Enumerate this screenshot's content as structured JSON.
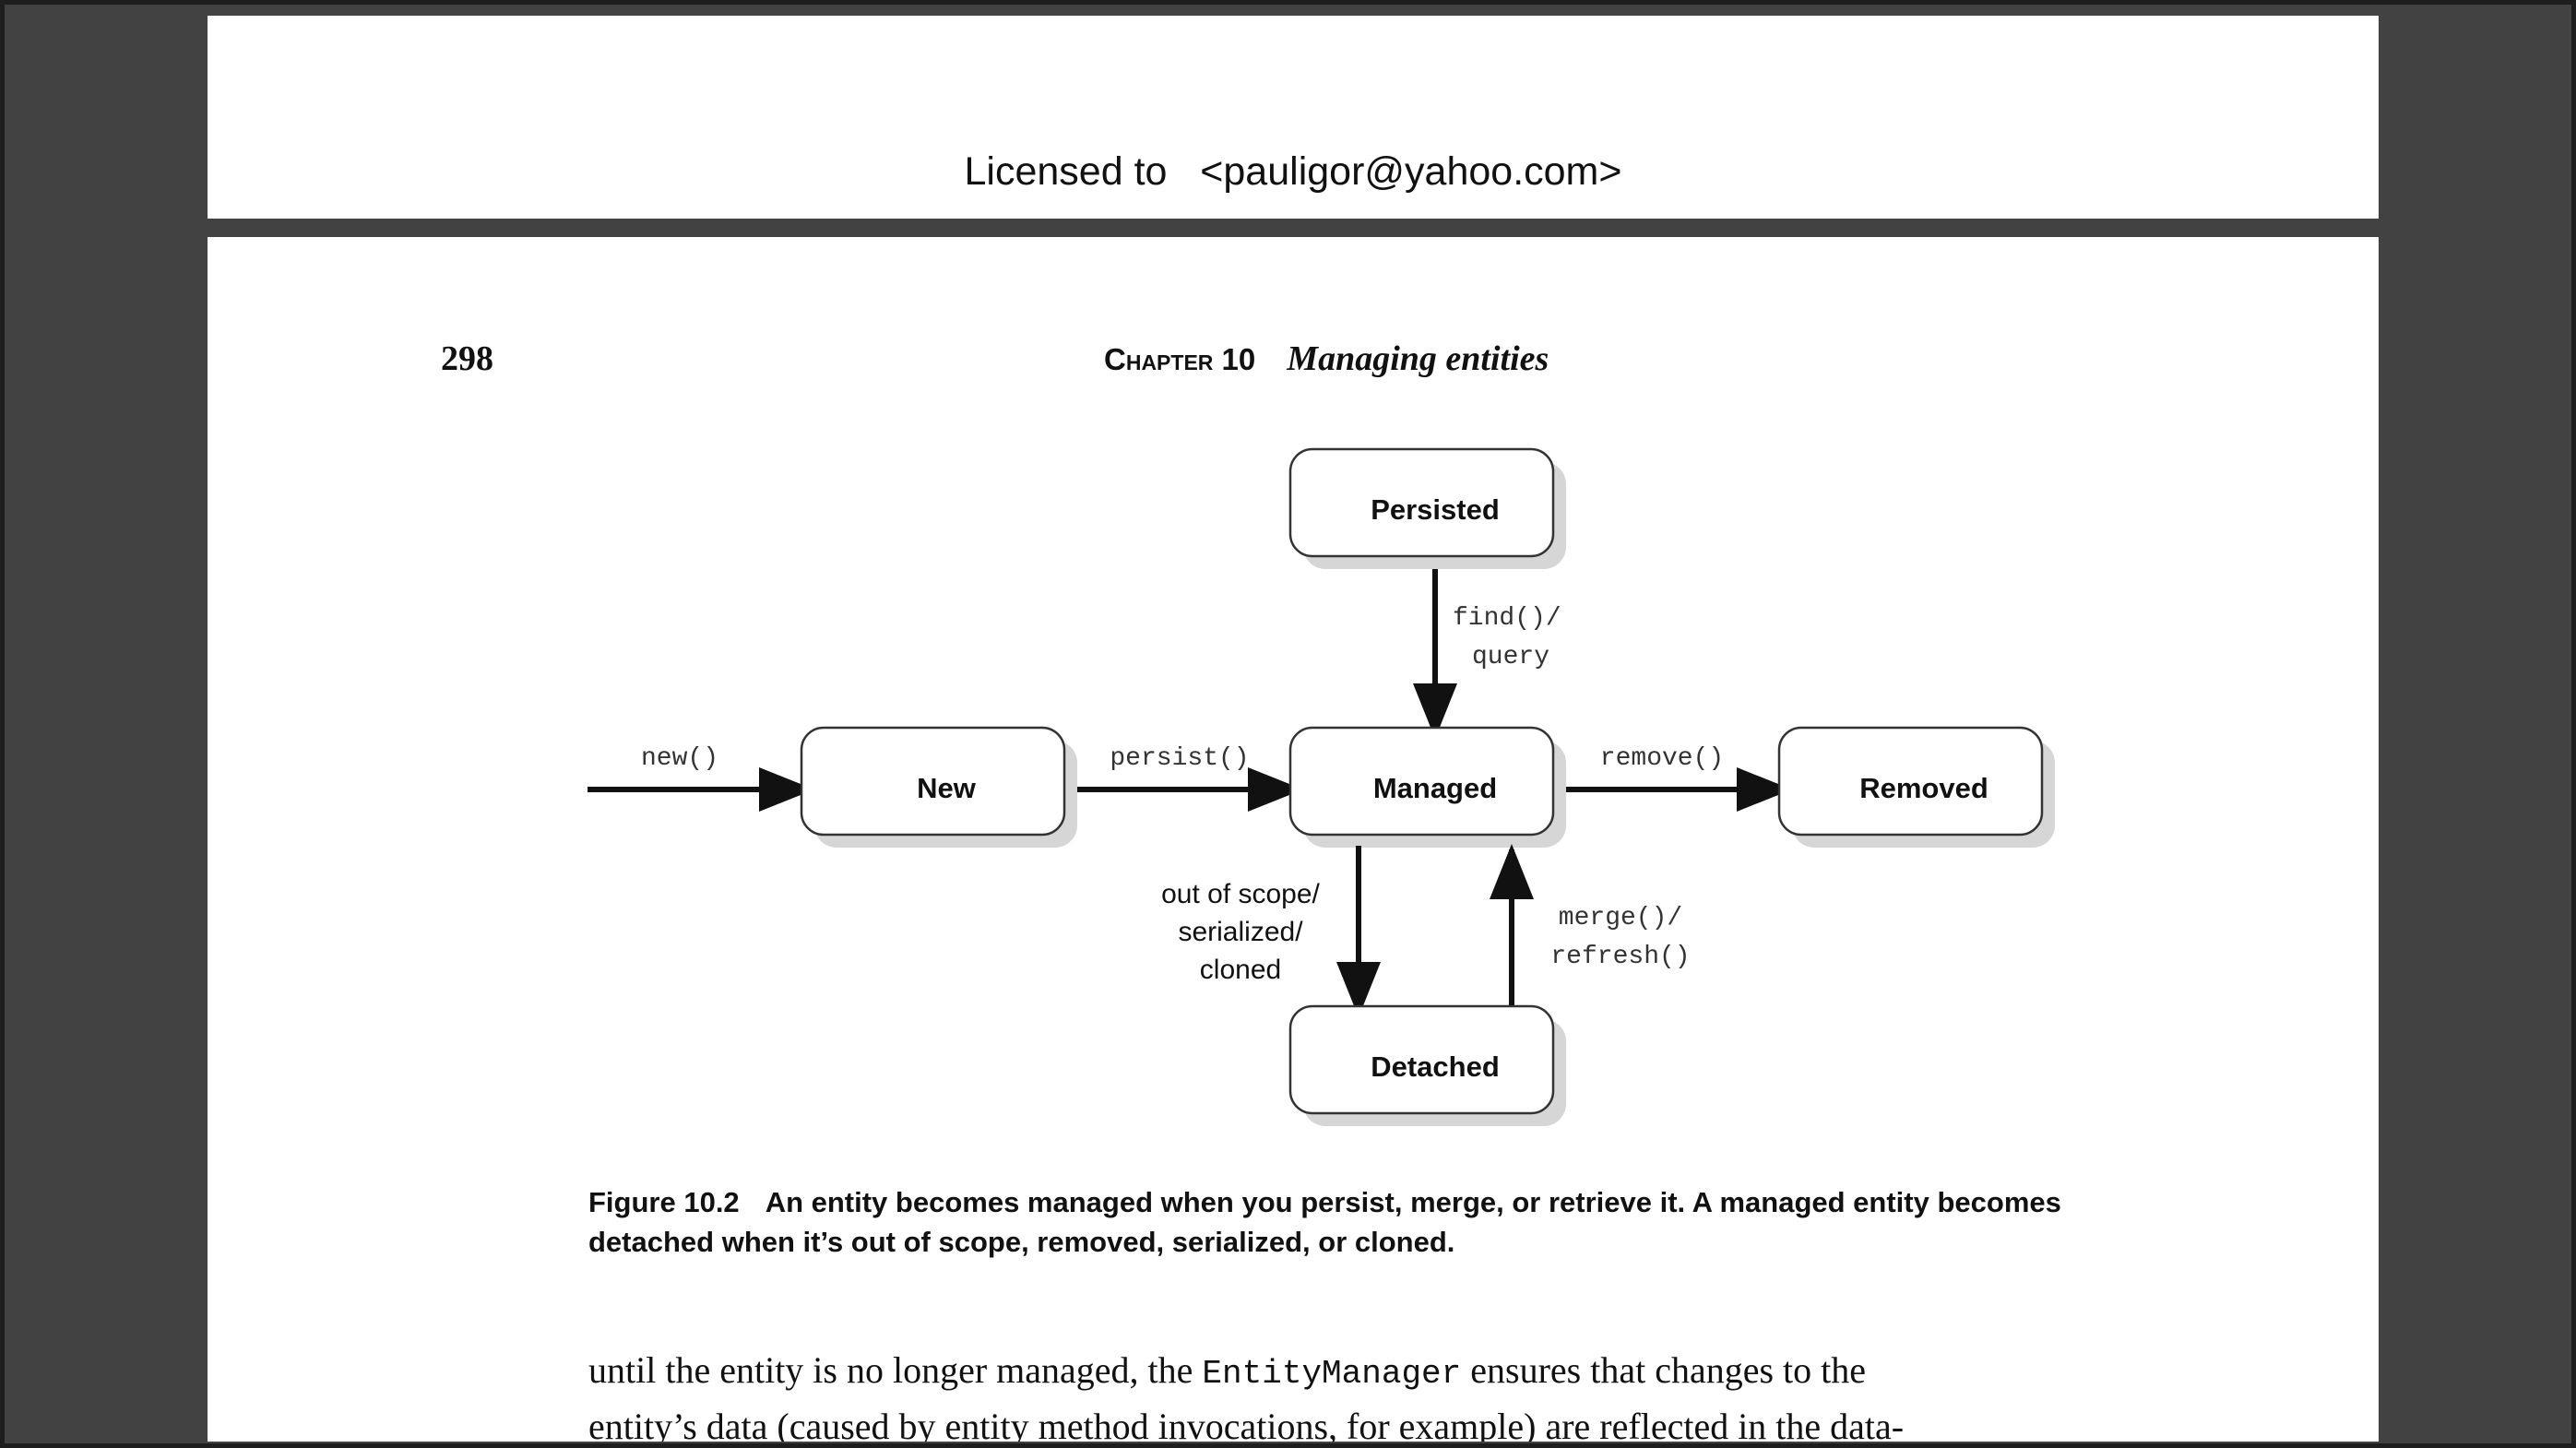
{
  "header": {
    "license_prefix": "Licensed to",
    "license_email": "<pauligor@yahoo.com>"
  },
  "page": {
    "number": "298",
    "chapter_label": "Chapter 10",
    "chapter_title": "Managing entities"
  },
  "diagram": {
    "nodes": {
      "persisted": "Persisted",
      "new": "New",
      "managed": "Managed",
      "removed": "Removed",
      "detached": "Detached"
    },
    "edges": {
      "new_call": "new()",
      "persist_call": "persist()",
      "remove_call": "remove()",
      "find_line1": "find()/",
      "find_line2": "query",
      "detach_line1": "out of scope/",
      "detach_line2": "serialized/",
      "detach_line3": "cloned",
      "merge_line1": "merge()/",
      "merge_line2": "refresh()"
    }
  },
  "caption": {
    "label": "Figure 10.2",
    "text": "An entity becomes managed when you persist, merge, or retrieve it. A managed entity becomes detached when it’s out of scope, removed, serialized, or cloned."
  },
  "body": {
    "line1_before": "until the entity is no longer managed, the ",
    "line1_code": "EntityManager",
    "line1_after": " ensures that changes to the",
    "line2": "entity’s data (caused by entity method invocations, for example) are reflected in the data-"
  },
  "colors": {
    "background": "#424242",
    "page": "#ffffff",
    "text": "#111111",
    "shadow": "#d6d6d6"
  }
}
